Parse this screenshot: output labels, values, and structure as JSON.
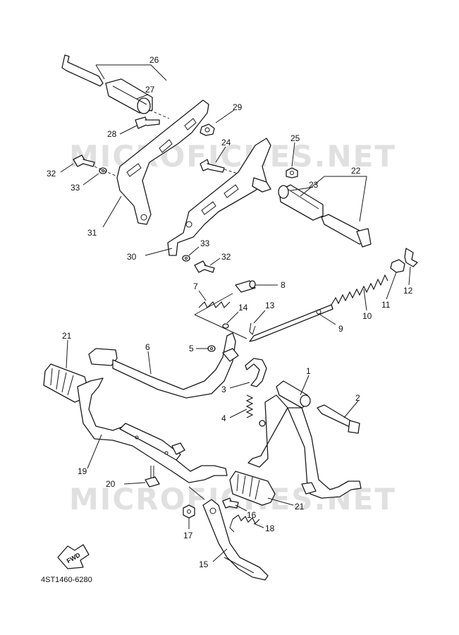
{
  "watermark": "MICROFICHES.NET",
  "fwd_label": "FWD",
  "diagram_code": "4ST1460-6280",
  "callouts": {
    "c1": "1",
    "c2": "2",
    "c3": "3",
    "c4": "4",
    "c5": "5",
    "c6": "6",
    "c7": "7",
    "c8": "8",
    "c9": "9",
    "c10": "10",
    "c11": "11",
    "c12": "12",
    "c13": "13",
    "c14": "14",
    "c15": "15",
    "c16": "16",
    "c17": "17",
    "c18": "18",
    "c19": "19",
    "c20": "20",
    "c21a": "21",
    "c21b": "21",
    "c22": "22",
    "c23": "23",
    "c24": "24",
    "c25": "25",
    "c26": "26",
    "c27": "27",
    "c28": "28",
    "c29": "29",
    "c30": "30",
    "c31": "31",
    "c32a": "32",
    "c32b": "32",
    "c33a": "33",
    "c33b": "33"
  }
}
